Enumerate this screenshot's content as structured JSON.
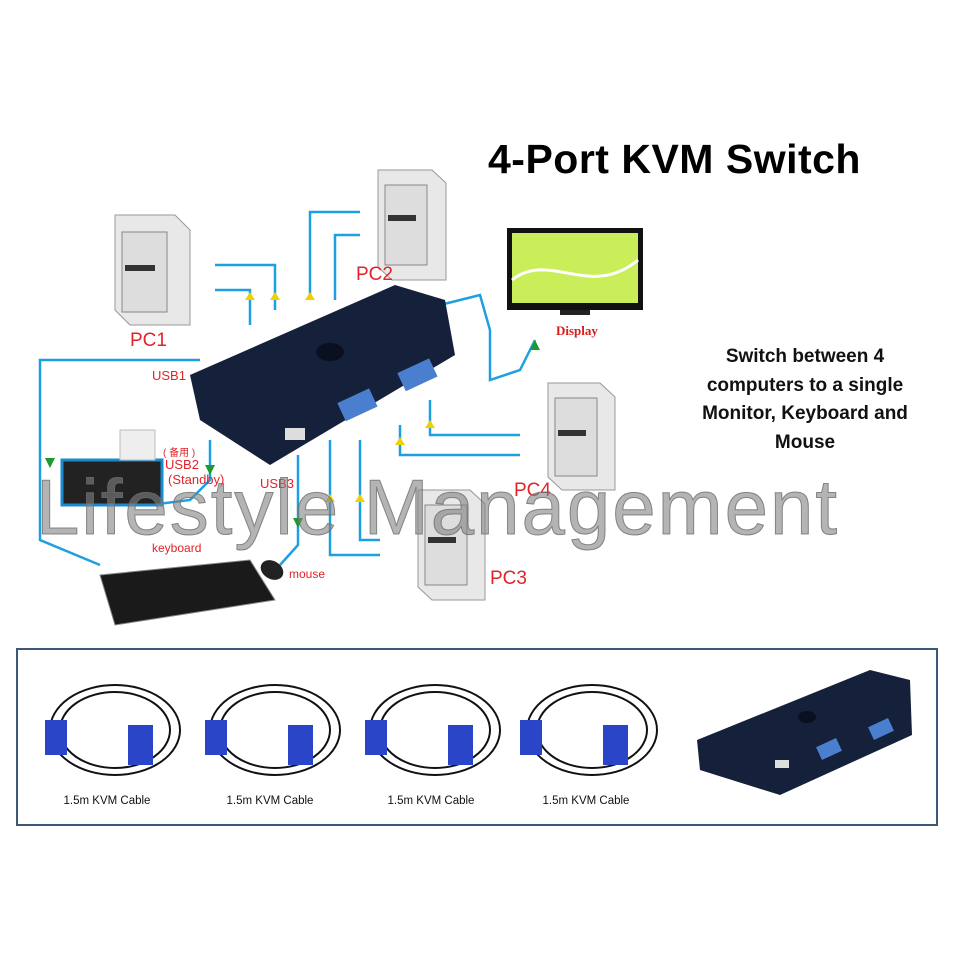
{
  "title": "4-Port KVM Switch",
  "description": [
    "Switch between 4",
    "computers to a single",
    "Monitor, Keyboard and",
    "Mouse"
  ],
  "diagram": {
    "pc1": "PC1",
    "pc2": "PC2",
    "pc3": "PC3",
    "pc4": "PC4",
    "display": "Display",
    "usb1": "USB1",
    "usb2_cn": "( 备用 )",
    "usb2": "USB2",
    "usb2_note": "(Standby)",
    "usb3": "USB3",
    "keyboard": "keyboard",
    "mouse": "mouse"
  },
  "watermark": "Lifestyle Management",
  "cables": [
    "1.5m KVM Cable",
    "1.5m KVM Cable",
    "1.5m KVM Cable",
    "1.5m KVM Cable"
  ],
  "colors": {
    "cable": "#1ea0e0",
    "label": "#e0242a",
    "device": "#15213a",
    "frame": "#3d5878"
  }
}
